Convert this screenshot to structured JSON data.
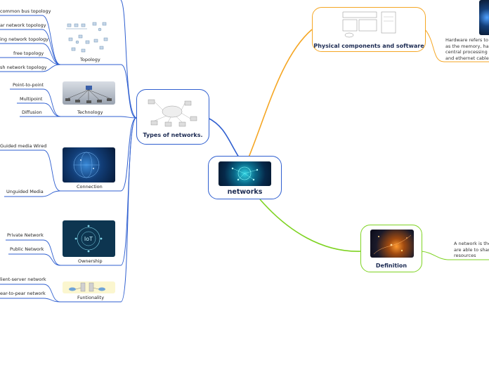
{
  "central": {
    "title": "networks"
  },
  "types": {
    "title": "Types of networks."
  },
  "physical": {
    "title": "Physical components and software",
    "note": [
      "Hardware refers to th",
      "as the memory, hard d",
      "central processing uni",
      "and ethernet cable."
    ]
  },
  "definition": {
    "title": "Definition",
    "note": [
      "A network is the u",
      "are able to share",
      "resources"
    ]
  },
  "topology": {
    "title": "Topology",
    "items": [
      "common bus topology",
      "ar network topology",
      "ing network topology",
      "free topology",
      "sh network topology"
    ]
  },
  "technology": {
    "title": "Technology",
    "items": [
      "Point-to-point",
      "Multipoint",
      "Diffusion"
    ]
  },
  "connection": {
    "title": "Connection",
    "items": [
      "Guided media Wired",
      "Unguided Media"
    ]
  },
  "ownership": {
    "title": "Ownership",
    "items": [
      "Private Network",
      "Public Network"
    ]
  },
  "funtionality": {
    "title": "Funtionality",
    "items": [
      "lient-server network",
      "ear-to-pear network"
    ]
  },
  "colors": {
    "blue_branch": "#2f5fd0",
    "orange_branch": "#f5a623",
    "green_branch": "#7ed321",
    "title_text": "#1b2a52"
  }
}
